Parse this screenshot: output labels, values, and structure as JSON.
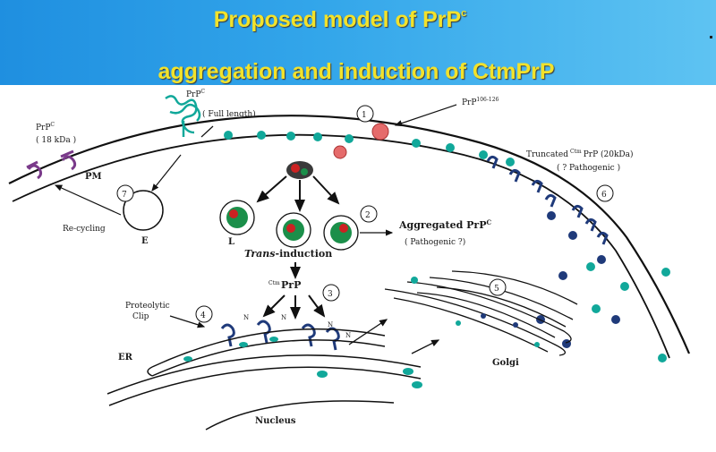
{
  "title": {
    "line1_main": "Proposed model of PrP",
    "line1_sup": "c",
    "line2": "aggregation and induction of CtmPrP"
  },
  "diagram": {
    "labels": {
      "prpc_full": "PrP",
      "prpc_full_sup": "C",
      "full_length": "( Full length)",
      "prpc_18": "PrP",
      "prpc_18_sup": "C",
      "kda18": "( 18 kDa )",
      "pm": "PM",
      "recycling": "Re-cycling",
      "e": "E",
      "l": "L",
      "trans_induction_italic": "Trans",
      "trans_induction_rest": "-induction",
      "ctm_prp_sup": "Ctm",
      "ctm_prp": "PrP",
      "aggregated": "Aggregated PrP",
      "aggregated_sup": "C",
      "pathogenic_q": "( Pathogenic ?)",
      "prp106": "PrP",
      "prp106_sup": "106-126",
      "truncated": "Truncated",
      "truncated_sup": "Ctm",
      "truncated_rest": "PrP (20kDa)",
      "pathogenic2": "( ? Pathogenic )",
      "proteolytic": "Proteolytic",
      "clip": "Clip",
      "er": "ER",
      "golgi": "Golgi",
      "nucleus": "Nucleus",
      "n1": "N",
      "n2": "N",
      "n3": "N",
      "n4": "N"
    },
    "steps": [
      "1",
      "2",
      "3",
      "4",
      "5",
      "6",
      "7"
    ]
  }
}
